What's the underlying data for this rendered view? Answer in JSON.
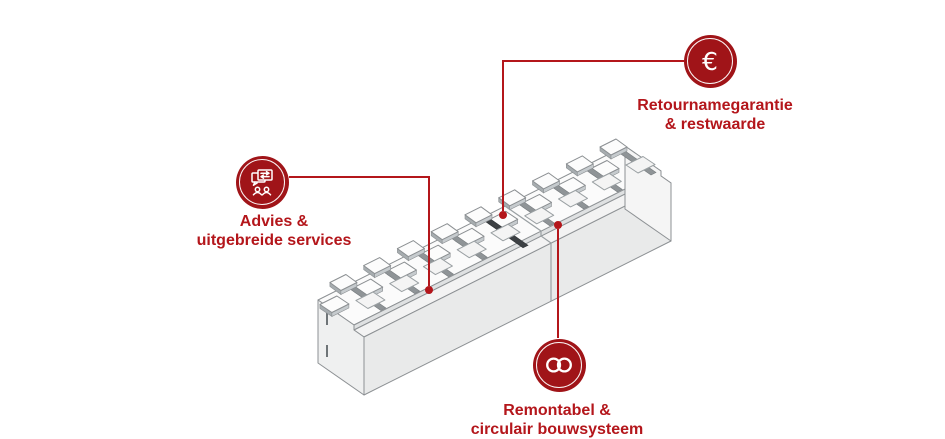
{
  "callouts": {
    "advies": {
      "icon": "consultation-icon",
      "lines": [
        "Advies &",
        "uitgebreide services"
      ]
    },
    "retournamegarantie": {
      "icon": "euro-icon",
      "lines": [
        "Retournamegarantie",
        "& restwaarde"
      ]
    },
    "remontabel": {
      "icon": "circular-economy-icon",
      "lines": [
        "Remontabel &",
        "circulair bouwsysteem"
      ]
    }
  },
  "icons": {
    "euro_symbol": "€"
  },
  "colors": {
    "accent_red": "#b4161b",
    "badge_red": "#a01418",
    "beam_outline": "#8d9194",
    "slot_highlight": "#3c4043"
  }
}
